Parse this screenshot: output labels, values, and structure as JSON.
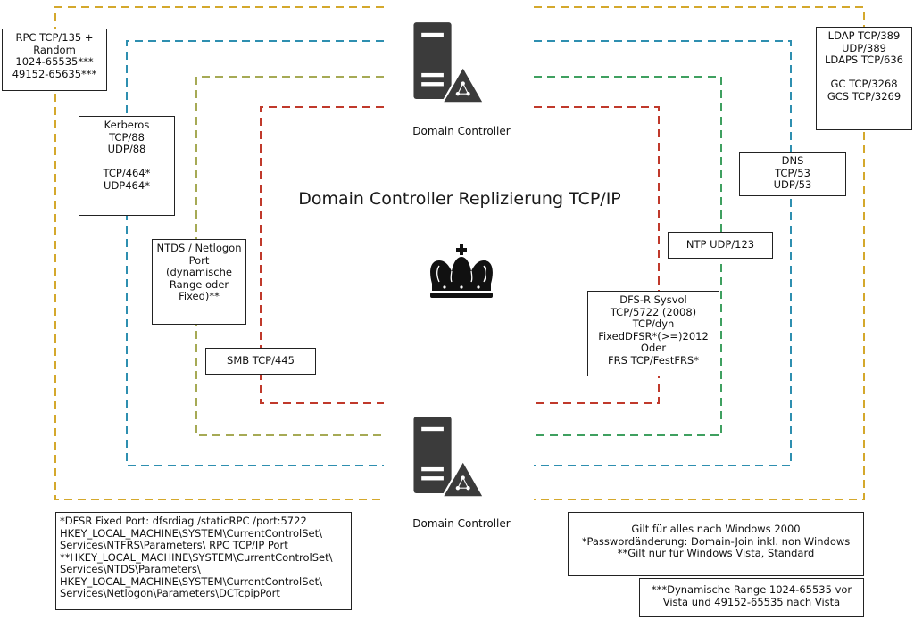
{
  "title": "Domain Controller Replizierung TCP/IP",
  "servers": [
    {
      "label": "Domain Controller"
    },
    {
      "label": "Domain Controller"
    }
  ],
  "colors": {
    "outer": "#d4a82c",
    "blue": "#2e8fb0",
    "olive": "#a6aa55",
    "red": "#c0392b",
    "green": "#3fa060",
    "server": "#3b3b3b"
  },
  "boxes": {
    "rpc": [
      "RPC TCP/135 +",
      "Random",
      "1024-65535***",
      "49152-65635***"
    ],
    "kerberos": [
      "Kerberos",
      "TCP/88",
      "UDP/88",
      "",
      "TCP/464*",
      "UDP464*"
    ],
    "ntds": [
      "NTDS / Netlogon",
      "Port",
      "(dynamische",
      "Range oder",
      "Fixed)**"
    ],
    "smb": [
      "SMB TCP/445"
    ],
    "ldap": [
      "LDAP TCP/389",
      "UDP/389",
      "LDAPS TCP/636",
      "",
      "GC TCP/3268",
      "GCS TCP/3269"
    ],
    "dns": [
      "DNS",
      "TCP/53",
      "UDP/53"
    ],
    "ntp": [
      "NTP UDP/123"
    ],
    "dfsr": [
      "DFS-R Sysvol",
      "TCP/5722 (2008)",
      "TCP/dyn",
      "FixedDFSR*(>=)2012",
      "Oder",
      "FRS TCP/FestFRS*"
    ],
    "footnote_left": [
      "*DFSR Fixed Port: dfsrdiag /staticRPC /port:5722",
      "HKEY_LOCAL_MACHINE\\SYSTEM\\CurrentControlSet\\",
      "Services\\NTFRS\\Parameters\\ RPC TCP/IP Port",
      "**HKEY_LOCAL_MACHINE\\SYSTEM\\CurrentControlSet\\",
      "Services\\NTDS\\Parameters\\",
      "HKEY_LOCAL_MACHINE\\SYSTEM\\CurrentControlSet\\",
      "Services\\Netlogon\\Parameters\\DCTcpipPort"
    ],
    "footnote_right": [
      "Gilt für alles nach Windows 2000",
      "*Passwordänderung: Domain-Join inkl. non Windows",
      "**Gilt nur für Windows Vista, Standard"
    ],
    "footnote_range": [
      "***Dynamische Range 1024-65535 vor",
      "Vista und 49152-65535 nach Vista"
    ]
  }
}
